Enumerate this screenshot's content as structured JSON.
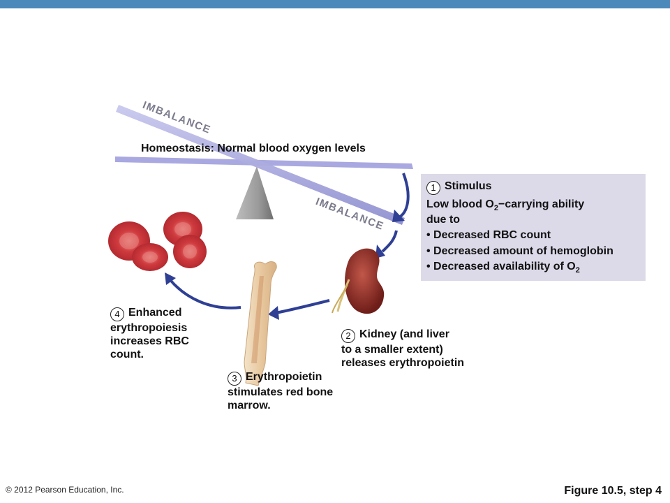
{
  "diagram": {
    "imbalance_top": "IMBALANCE",
    "imbalance_bottom": "IMBALANCE",
    "homeostasis_label": "Homeostasis: Normal blood oxygen levels",
    "stimulus": {
      "number": "1",
      "title": "Stimulus",
      "line1_pre": "Low blood O",
      "line1_sub": "2",
      "line1_post": "−carrying ability",
      "line2": "due to",
      "bullet1": "• Decreased RBC count",
      "bullet2": "• Decreased amount of hemoglobin",
      "bullet3_pre": "• Decreased availability of O",
      "bullet3_sub": "2"
    },
    "step2": {
      "number": "2",
      "line1": "Kidney (and liver",
      "line2": "to a smaller extent)",
      "line3": "releases erythropoietin"
    },
    "step3": {
      "number": "3",
      "line1": "Erythropoietin",
      "line2": "stimulates red bone",
      "line3": "marrow."
    },
    "step4": {
      "number": "4",
      "line1": "Enhanced",
      "line2": "erythropoiesis",
      "line3": "increases RBC",
      "line4": "count."
    }
  },
  "footer": {
    "copyright": "© 2012 Pearson Education, Inc.",
    "figure": "Figure 10.5, step 4"
  },
  "colors": {
    "top_bar": "#4a89b9",
    "arrow": "#2e3f94",
    "stimulus_box": "#dcdae9",
    "rbc": "#d9444a",
    "kidney": "#8e2a22"
  }
}
